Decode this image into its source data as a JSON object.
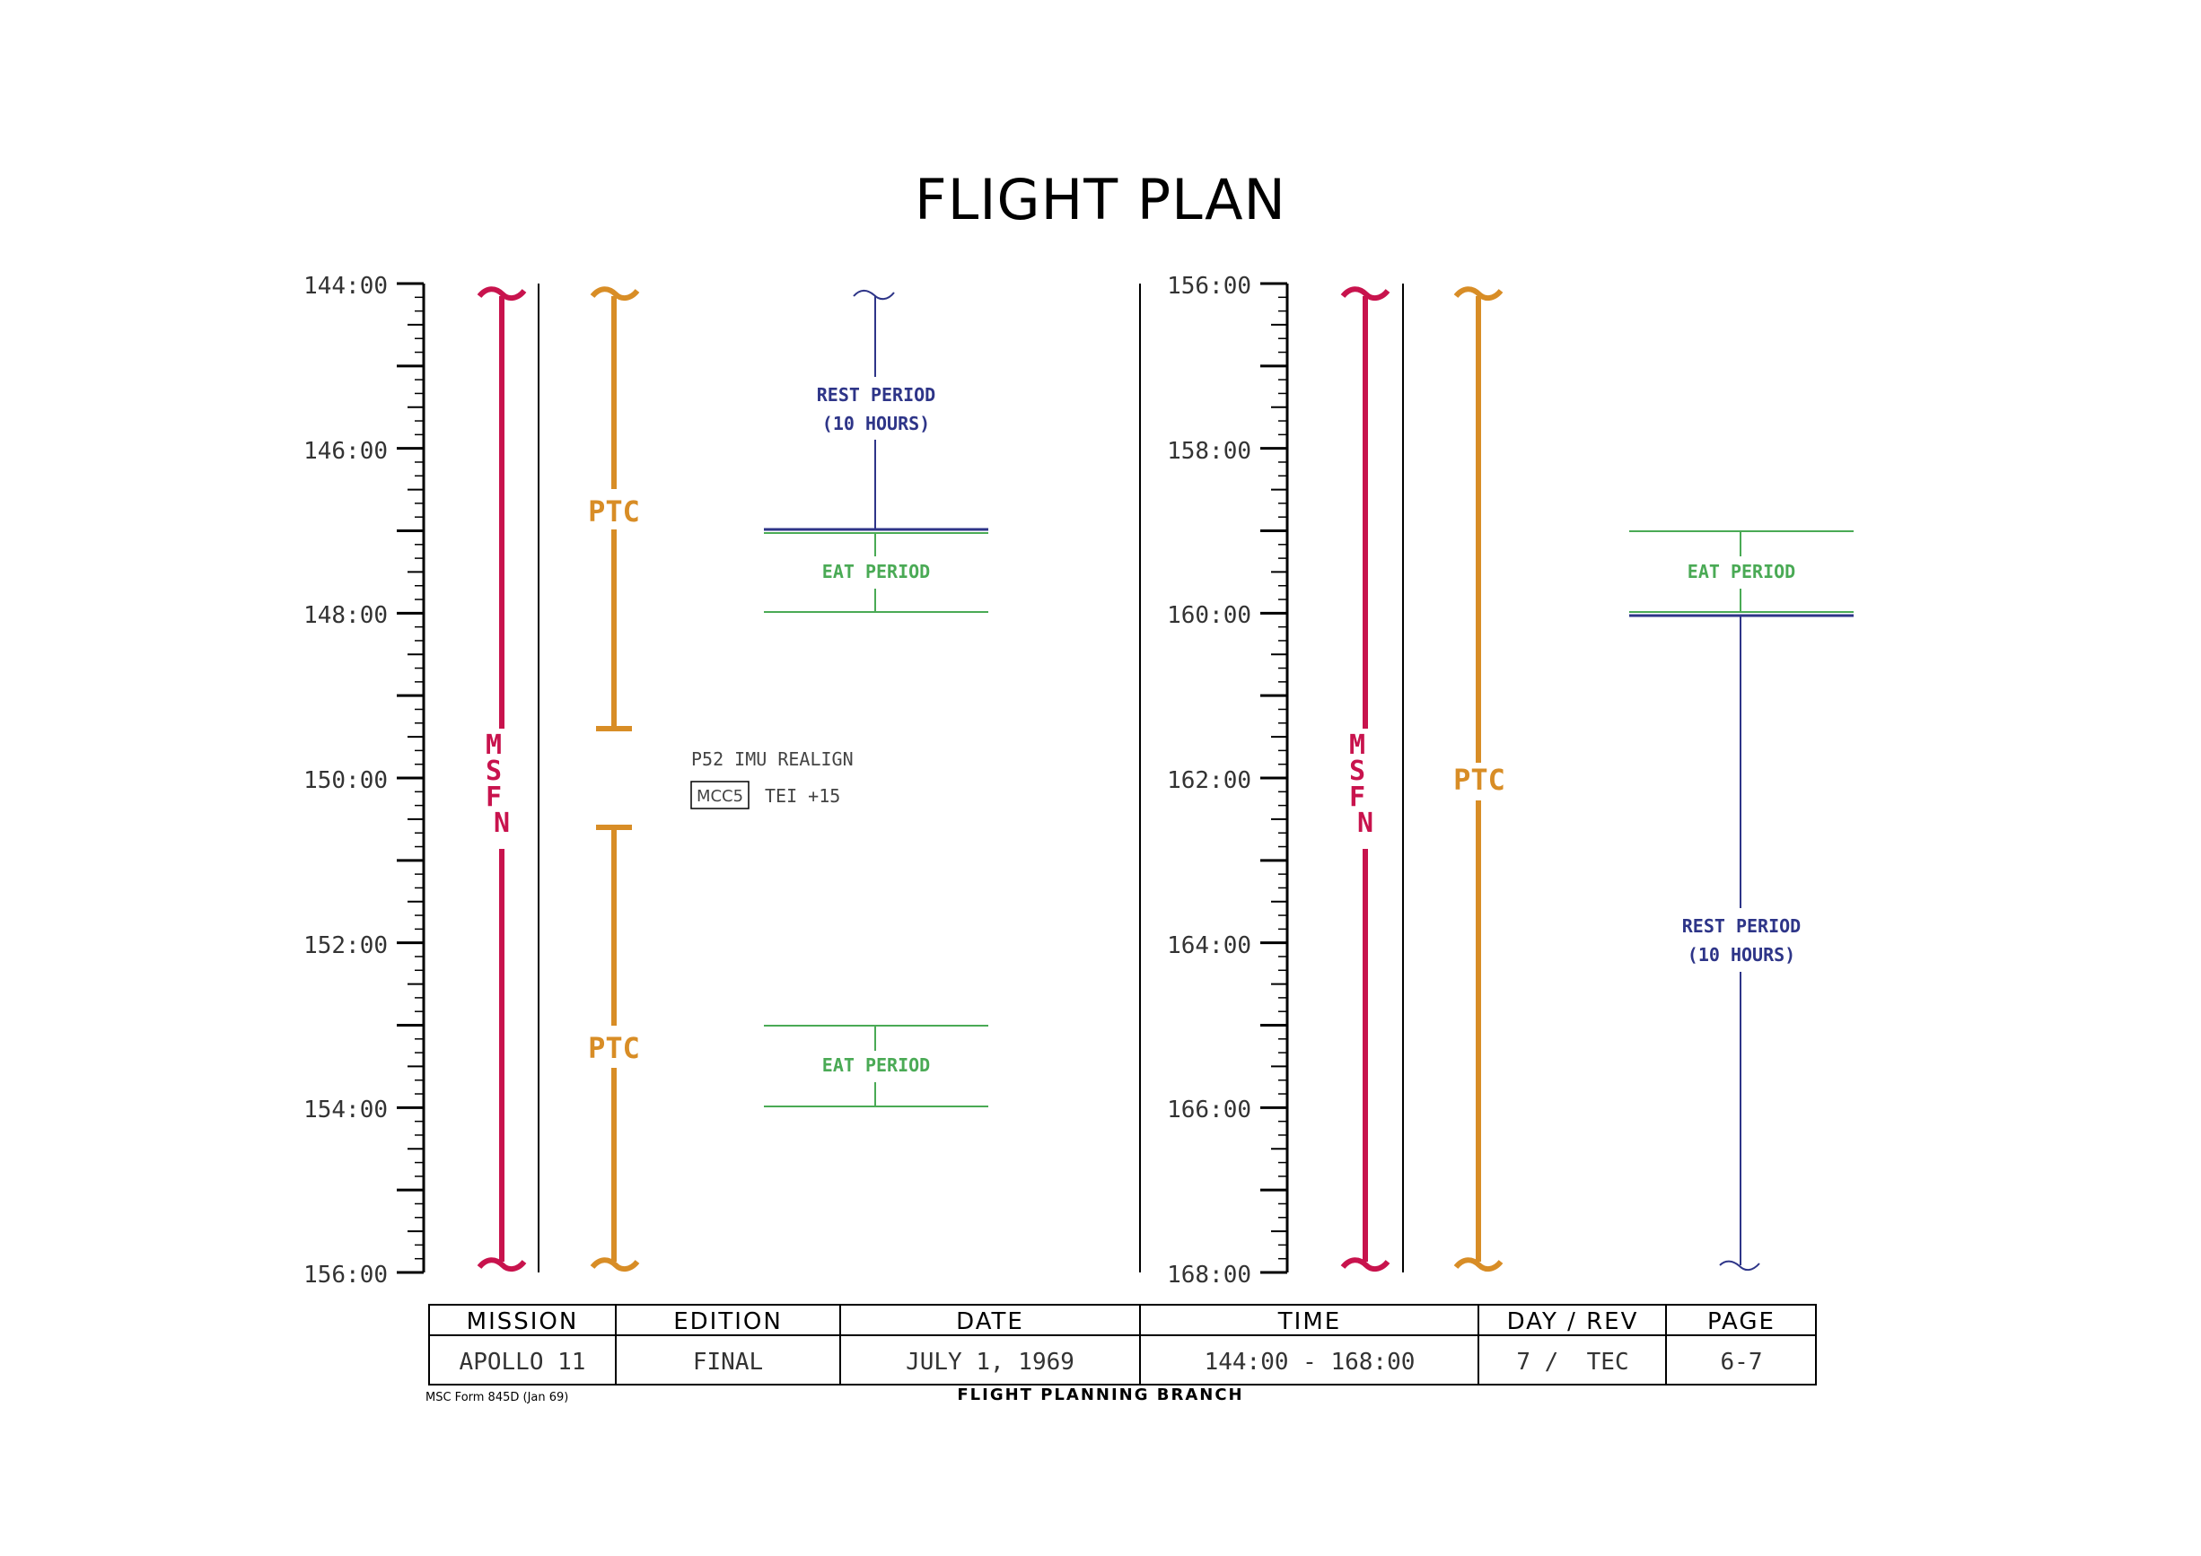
{
  "header": {
    "title": "FLIGHT PLAN"
  },
  "colors": {
    "msfn": "#c8134d",
    "ptc": "#d88d26",
    "rest": "#2e3588",
    "eat": "#4aaa55",
    "ink": "#000000",
    "note": "#444444"
  },
  "left_panel": {
    "time_labels": [
      "144:00",
      "146:00",
      "148:00",
      "150:00",
      "152:00",
      "154:00",
      "156:00"
    ],
    "msfn_label": "MSFN",
    "ptc_labels": [
      "PTC",
      "PTC"
    ],
    "rest_label_line1": "REST PERIOD",
    "rest_label_line2": "(10 HOURS)",
    "eat_labels": [
      "EAT PERIOD",
      "EAT PERIOD"
    ],
    "note_p52": "P52 IMU REALIGN",
    "note_mcc_box": "MCC5",
    "note_tei": "TEI +15"
  },
  "right_panel": {
    "time_labels": [
      "156:00",
      "158:00",
      "160:00",
      "162:00",
      "164:00",
      "166:00",
      "168:00"
    ],
    "msfn_label": "MSFN",
    "ptc_label": "PTC",
    "eat_label": "EAT PERIOD",
    "rest_label_line1": "REST PERIOD",
    "rest_label_line2": "(10 HOURS)"
  },
  "table": {
    "headers": [
      "MISSION",
      "EDITION",
      "DATE",
      "TIME",
      "DAY / REV",
      "PAGE"
    ],
    "values": [
      "APOLLO 11",
      "FINAL",
      "JULY 1, 1969",
      "144:00 - 168:00",
      "7 /  TEC",
      "6-7"
    ]
  },
  "footer": {
    "form_label": "MSC Form 845D (Jan 69)",
    "branch": "FLIGHT PLANNING BRANCH"
  }
}
